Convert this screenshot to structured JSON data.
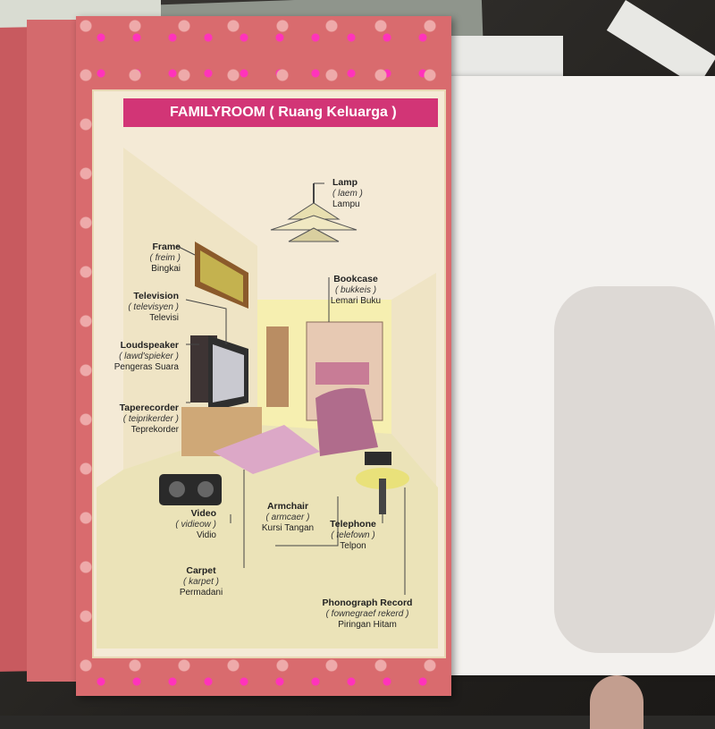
{
  "colors": {
    "cover": "#d96b6e",
    "header": "#d23576",
    "panel": "#f4ead6",
    "right_page": "#f3f1ee"
  },
  "header": {
    "title": "FAMILYROOM ( Ruang Keluarga )"
  },
  "labels": {
    "lamp": {
      "en": "Lamp",
      "phon": "( laem )",
      "id": "Lampu"
    },
    "frame": {
      "en": "Frame",
      "phon": "( freim )",
      "id": "Bingkai"
    },
    "bookcase": {
      "en": "Bookcase",
      "phon": "( bukkeis )",
      "id": "Lemari Buku"
    },
    "television": {
      "en": "Television",
      "phon": "( televisyen )",
      "id": "Televisi"
    },
    "loudspeaker": {
      "en": "Loudspeaker",
      "phon": "( lawd'spieker )",
      "id": "Pengeras Suara"
    },
    "taperecorder": {
      "en": "Taperecorder",
      "phon": "( teiprikerder )",
      "id": "Teprekorder"
    },
    "video": {
      "en": "Video",
      "phon": "( vidieow )",
      "id": "Vidio"
    },
    "armchair": {
      "en": "Armchair",
      "phon": "( armcaer )",
      "id": "Kursi Tangan"
    },
    "telephone": {
      "en": "Telephone",
      "phon": "( telefown )",
      "id": "Telpon"
    },
    "carpet": {
      "en": "Carpet",
      "phon": "( karpet )",
      "id": "Permadani"
    },
    "phonograph": {
      "en": "Phonograph Record",
      "phon": "( fownegraef rekerd )",
      "id": "Piringan Hitam"
    }
  }
}
